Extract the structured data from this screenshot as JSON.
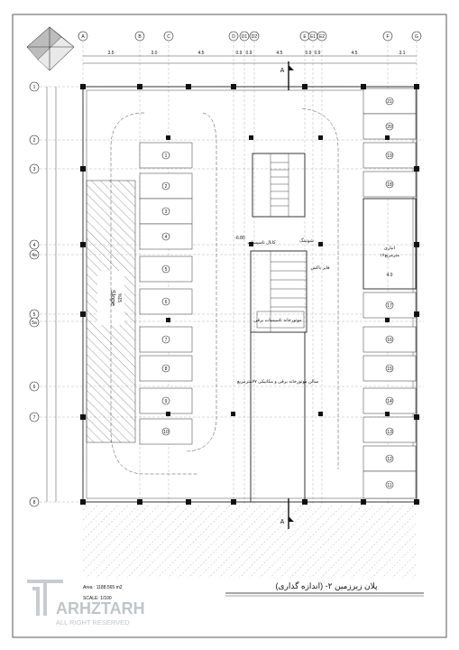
{
  "drawing": {
    "title": "پلان زیرزمین ۲- (اندازه گذاری)",
    "area_label": "Area : 1188.565 m2",
    "scale_label": "SCALE: 1/100"
  },
  "watermark": {
    "brand": "ARHZTARH",
    "rights": "ALL RIGHT RESERVED"
  },
  "grid": {
    "columns": [
      "A",
      "B",
      "C",
      "D",
      "D1",
      "D2",
      "E",
      "E1",
      "E2",
      "F",
      "G"
    ],
    "rows": [
      "1",
      "2",
      "3",
      "4",
      "4a",
      "5",
      "5a",
      "6",
      "7",
      "8"
    ],
    "top_dims": [
      "3.5",
      "3.0",
      "4.5",
      "0.9",
      "0.9",
      "4.5",
      "0.9",
      "0.9",
      "4.5",
      "3.1"
    ]
  },
  "section_marker": "A",
  "parking": {
    "left_stalls": [
      "1",
      "2",
      "3",
      "4",
      "5",
      "6",
      "7",
      "8",
      "9",
      "10"
    ],
    "right_stalls": [
      "21",
      "20",
      "19",
      "18",
      "17",
      "16",
      "15",
      "14",
      "13",
      "12",
      "11"
    ]
  },
  "ramp": {
    "label": "Slope",
    "slope": "%15"
  },
  "core": {
    "level": "-6.80",
    "stair_note": "شوتینگ",
    "duct_note": "کانال تاسیسات",
    "fire_note": "فایر باکس",
    "lobby_note": "موتورخانه تاسیسات برقی",
    "central_note": "سالن موتورخانه برقی و مکانیکی ۷۷مترمربع"
  },
  "rooms": {
    "store_room": "انباری",
    "store_area": "۱۶مترمربع",
    "store_dim": "4.0"
  }
}
